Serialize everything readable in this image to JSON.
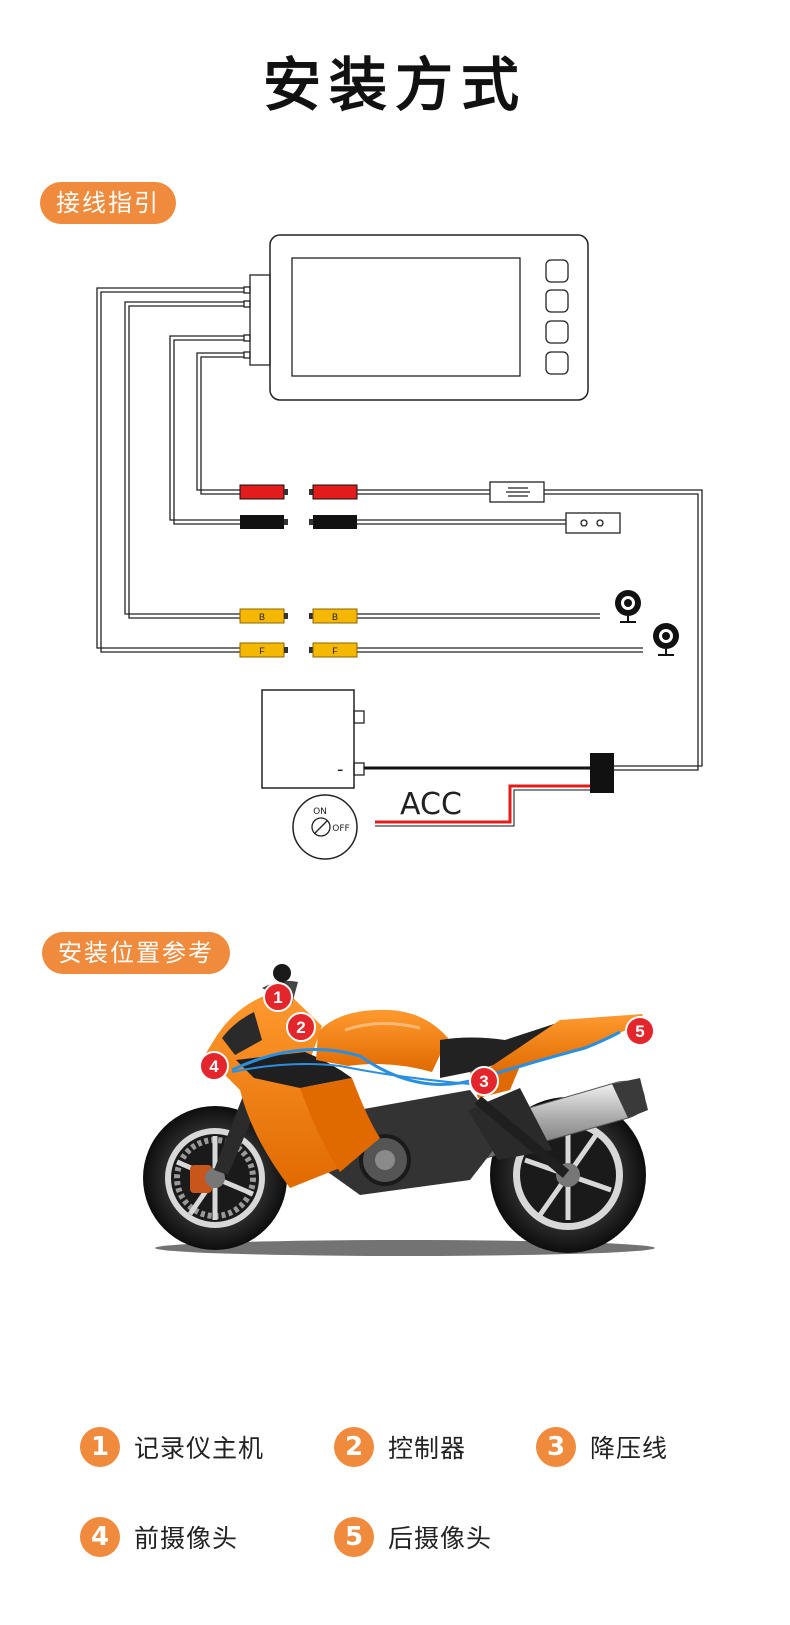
{
  "title": "安装方式",
  "wiring_section": {
    "label": "接线指引",
    "connector_rear_label": "B",
    "connector_front_label": "F",
    "acc_label": "ACC",
    "battery_minus": "-",
    "switch_on": "ON",
    "switch_off": "OFF"
  },
  "position_section": {
    "label": "安装位置参考",
    "markers": [
      "1",
      "2",
      "3",
      "4",
      "5"
    ]
  },
  "legend": [
    {
      "num": "1",
      "text": "记录仪主机"
    },
    {
      "num": "2",
      "text": "控制器"
    },
    {
      "num": "3",
      "text": "降压线"
    },
    {
      "num": "4",
      "text": "前摄像头"
    },
    {
      "num": "5",
      "text": "后摄像头"
    }
  ],
  "colors": {
    "accent": "#f08a3c",
    "wire_red": "#e31b1b",
    "wire_black": "#111111",
    "connector_yellow": "#f5b800",
    "bike_orange": "#f07a10",
    "cable_blue": "#2a8fe0",
    "marker_red": "#e3262b"
  }
}
